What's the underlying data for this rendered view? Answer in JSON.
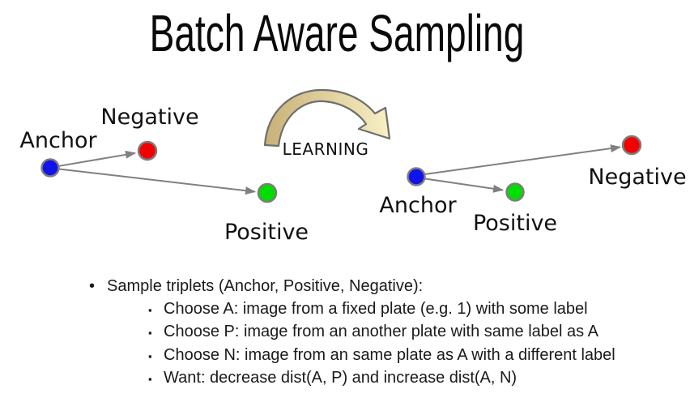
{
  "title": "Batch Aware Sampling",
  "diagram": {
    "learning_label": "LEARNING",
    "before": {
      "anchor_label": "Anchor",
      "negative_label": "Negative",
      "positive_label": "Positive"
    },
    "after": {
      "anchor_label": "Anchor",
      "negative_label": "Negative",
      "positive_label": "Positive"
    },
    "colors": {
      "anchor": "#1212ea",
      "negative": "#f40000",
      "positive": "#00dd00",
      "node_stroke": "#7d7d7d",
      "arrow": "#808080",
      "arc_start": "#c8b078",
      "arc_end": "#f8f0c4",
      "arc_stroke": "#6e6e6e"
    }
  },
  "bullets": {
    "main": "Sample triplets (Anchor, Positive, Negative):",
    "sub": [
      "Choose A: image from a fixed plate (e.g. 1) with some label",
      "Choose P: image from an another plate with same label as A",
      "Choose N: image from an same plate as A with a different label",
      "Want: decrease dist(A, P) and increase dist(A, N)"
    ]
  }
}
